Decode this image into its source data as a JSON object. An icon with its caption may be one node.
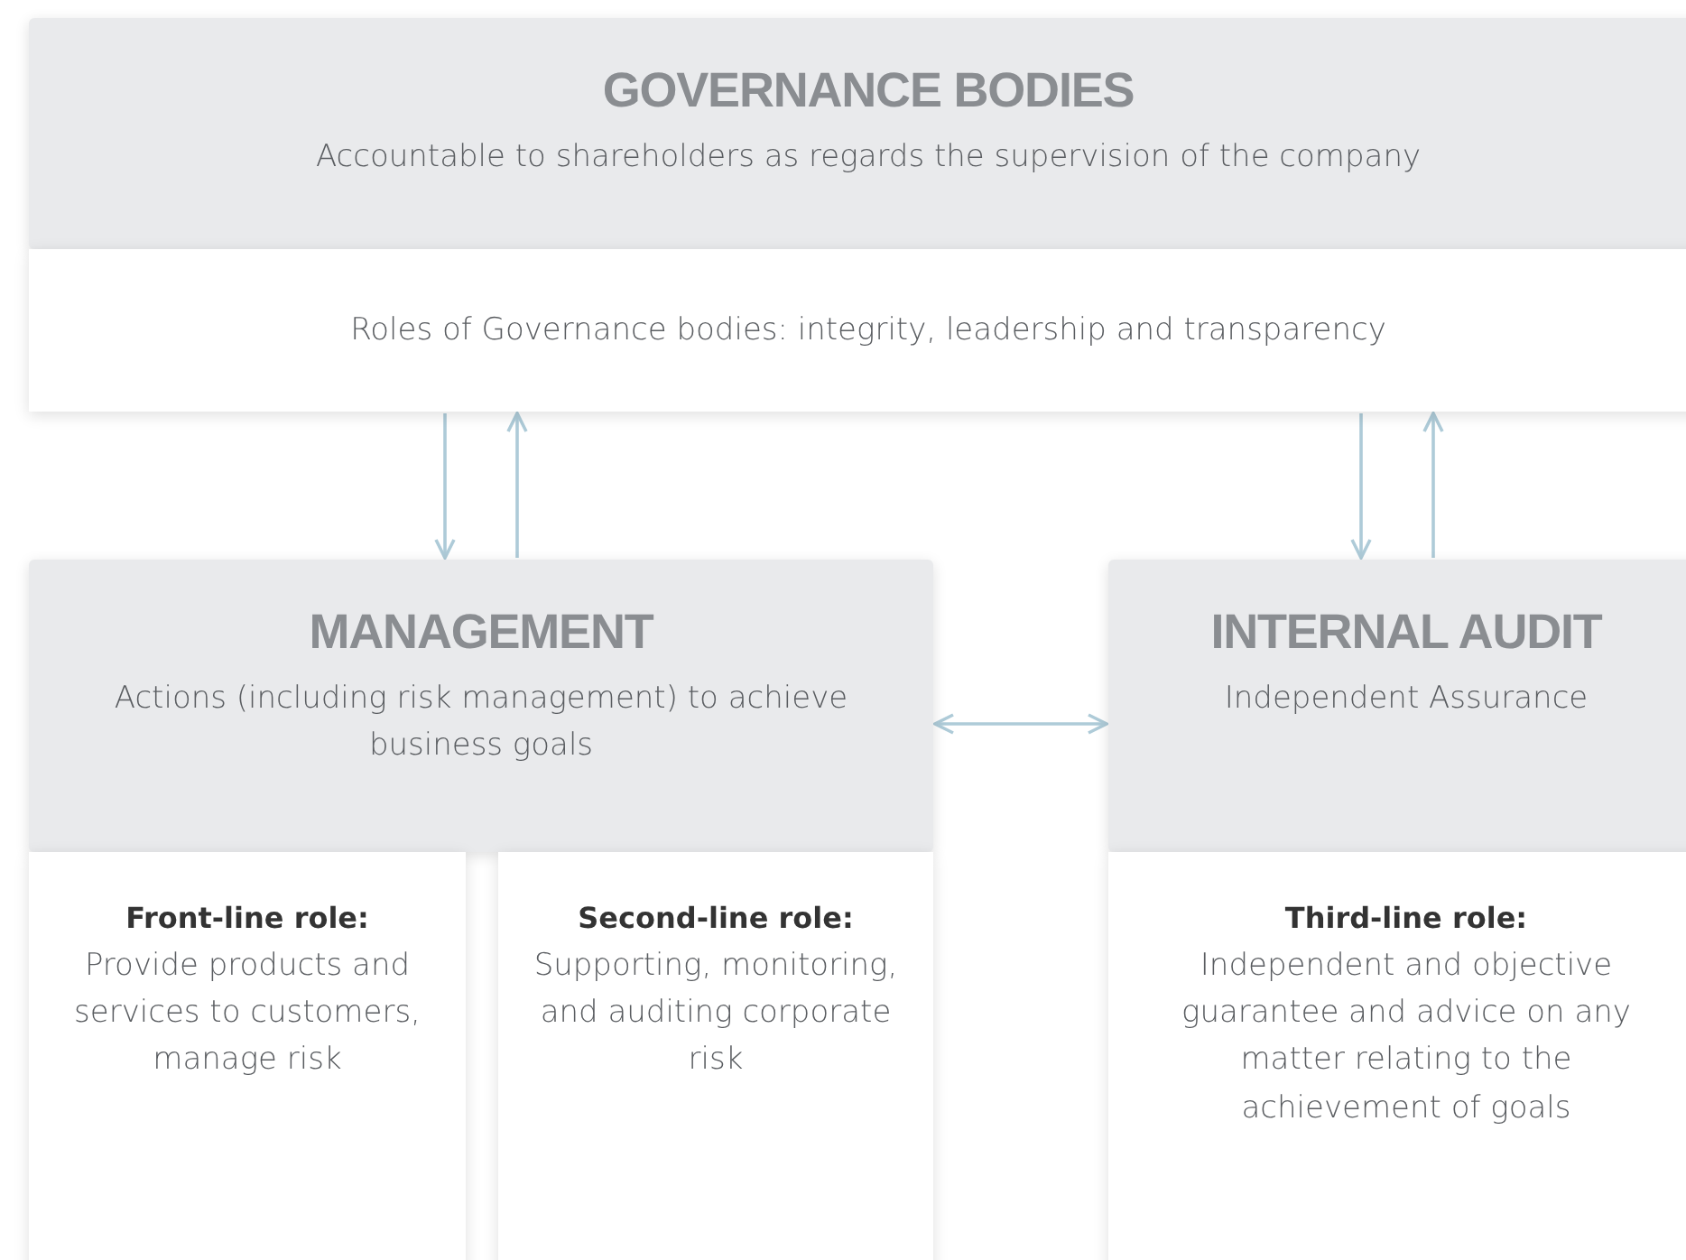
{
  "diagram": {
    "nodes": [
      {
        "text": [
          "GOVERNANCE BODIES",
          "Accountable to shareholders as regards the supervision of the company"
        ]
      },
      {
        "text": [
          "Roles of Governance bodies: integrity, leadership and transparency"
        ]
      },
      {
        "text": [
          "MANAGEMENT",
          "Actions (including risk management) to achieve business goals"
        ]
      },
      {
        "text": [
          "Front-line role:",
          "Provide products and services to customers, manage risk"
        ]
      },
      {
        "text": [
          "Second-line role:",
          "Supporting, monitoring, and auditing corporate risk"
        ]
      },
      {
        "text": [
          "INTERNAL AUDIT",
          "Independent Assurance"
        ]
      },
      {
        "text": [
          "Third-line role:",
          "Independent and objective guarantee and advice on any matter relating to the achievement of goals"
        ]
      }
    ],
    "edges": [
      {
        "from": 1,
        "to": 2,
        "arrow": "to"
      },
      {
        "from": 2,
        "to": 1,
        "arrow": "to"
      },
      {
        "from": 1,
        "to": 5,
        "arrow": "to"
      },
      {
        "from": 5,
        "to": 1,
        "arrow": "to"
      },
      {
        "from": 2,
        "to": 5,
        "arrow": "both"
      }
    ]
  }
}
